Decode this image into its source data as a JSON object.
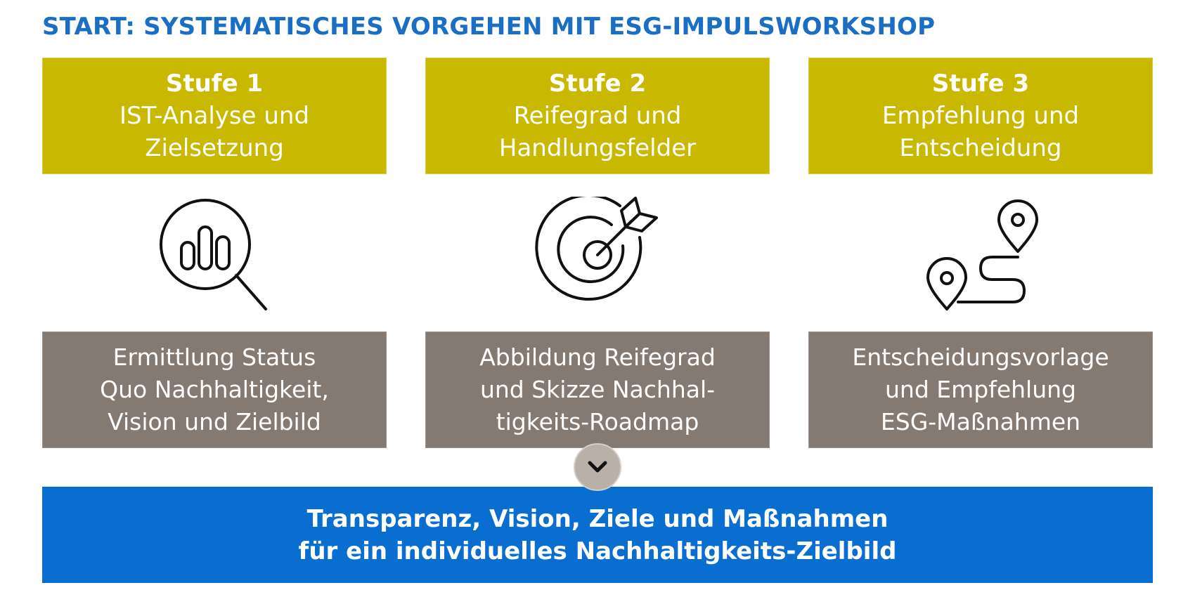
{
  "title": "START: SYSTEMATISCHES VORGEHEN MIT ESG-IMPULSWORKSHOP",
  "colors": {
    "title": "#1a6fc4",
    "stage_box": "#c8b900",
    "desc_box": "#857a72",
    "result_box": "#0a6ed1",
    "chevron": "#b9b0a8"
  },
  "stages": [
    {
      "label": "Stufe 1",
      "text": "IST-Analyse und\nZielsetzung",
      "icon": "magnifier-bar-chart-icon",
      "description": "Ermittlung Status\nQuo Nachhaltigkeit,\nVision und Zielbild"
    },
    {
      "label": "Stufe 2",
      "text": "Reifegrad und\nHandlungsfelder",
      "icon": "target-arrow-icon",
      "description": "Abbildung Reifegrad\nund Skizze Nachhal-\ntigkeits-Roadmap"
    },
    {
      "label": "Stufe 3",
      "text": "Empfehlung und\nEntscheidung",
      "icon": "route-pins-icon",
      "description": "Entscheidungsvorlage\nund Empfehlung\nESG-Maßnahmen"
    }
  ],
  "result": "Transparenz, Vision, Ziele und Maßnahmen\nfür ein individuelles Nachhaltigkeits-Zielbild",
  "connector_icon": "chevron-down-icon"
}
